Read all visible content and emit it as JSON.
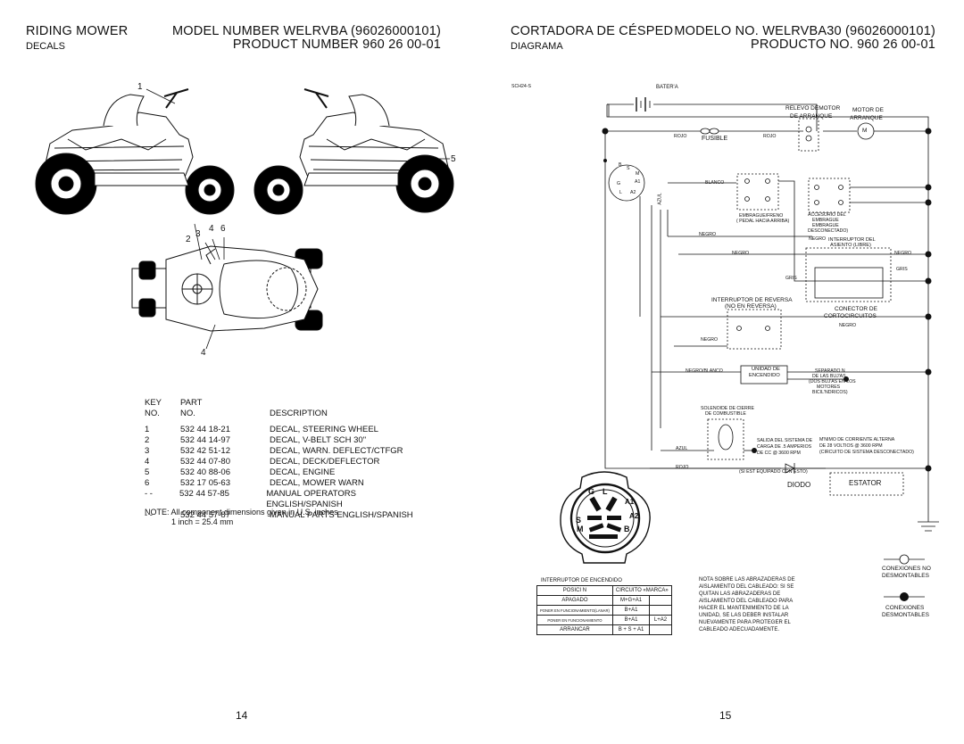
{
  "left": {
    "title": "RIDING MOWER",
    "subtitle": "DECALS",
    "model": "MODEL NUMBER WELRVBA (96026000101)",
    "product": "PRODUCT NUMBER 960 26 00-01",
    "callouts": [
      "1",
      "5",
      "2",
      "3",
      "4",
      "6",
      "4"
    ],
    "table": {
      "head1": [
        "KEY",
        "PART"
      ],
      "head2": [
        "NO.",
        "NO.",
        "DESCRIPTION"
      ],
      "rows": [
        {
          "key": "1",
          "part": "532 44 18-21",
          "desc": "DECAL, STEERING WHEEL"
        },
        {
          "key": "2",
          "part": "532 44 14-97",
          "desc": "DECAL, V-BELT SCH 30\""
        },
        {
          "key": "3",
          "part": "532 42 51-12",
          "desc": "DECAL, WARN. DEFLECT/CTFGR"
        },
        {
          "key": "4",
          "part": "532 44 07-80",
          "desc": "DECAL, DECK/DEFLECTOR"
        },
        {
          "key": "5",
          "part": "532 40 88-06",
          "desc": "DECAL, ENGINE"
        },
        {
          "key": "6",
          "part": "532 17 05-63",
          "desc": "DECAL, MOWER WARN"
        },
        {
          "key": "- -",
          "part": "532 44 57-85",
          "desc": "MANUAL OPERATORS ENGLISH/SPANISH"
        },
        {
          "key": "- -",
          "part": "532 44 57-87",
          "desc": "MANUAL PARTS ENGLISH/SPANISH"
        }
      ]
    },
    "note1": "NOTE: All component dimensions given in U.S. inches",
    "note2": "1 inch = 25.4 mm",
    "page": "14"
  },
  "right": {
    "title": "CORTADORA DE CÉSPED",
    "subtitle": "DIAGRAMA",
    "model": "MODELO NO. WELRVBA30 (96026000101)",
    "product": "PRODUCTO NO. 960 26 00-01",
    "page": "15",
    "schematic_id": "SCH24-S",
    "labels": {
      "bateria": "BATER'A",
      "relevo": "RELEVO DEMOTOR",
      "de_arranque": "DE ARRANQUE",
      "motor_de": "MOTOR DE",
      "arranque": "ARRANQUE",
      "fusible": "FUSIBLE",
      "rojo1": "ROJO",
      "rojo2": "ROJO",
      "blanco": "BLANCO",
      "azul_v": "AZUL",
      "embrague1": "EMBRAGUE/FRENO",
      "embrague2": "( PEDAL HACIA ARRIBA)",
      "accesorio1": "ACCESORIO DEL",
      "accesorio2": "EMBRAGUE",
      "accesorio3": "EMBRAGUE",
      "accesorio4": "DESCONECTADO)",
      "negro1": "NEGRO",
      "negro2": "NEGRO",
      "negro3": "NEGRO",
      "negro4": "NEGRO",
      "negro5": "NEGRO",
      "negro6": "NEGRO",
      "interruptor_del": "INTERRUPTOR DEL",
      "asiento": "ASIENTO (LIBRE)",
      "gris1": "GRIS",
      "gris2": "GRIS",
      "reversa1": "INTERRUPTOR DE REVERSA",
      "reversa2": "(NO EN REVERSA)",
      "conector1": "CONECTOR DE",
      "conector2": "CORTOCIRCUITOS",
      "negro_blanco": "NEGRO/BLANCO",
      "unidad1": "UNIDAD DE",
      "unidad2": "ENCENDIDO",
      "separado1": "SEPARADO N",
      "separado2": "DE LAS BUJ'AS",
      "separado3": "(DOS BUJ'AS EN LOS",
      "separado4": "MOTORES",
      "separado5": "BICIL'NDRICOS)",
      "solenoide1": "SOLENOIDE DE CIERRE",
      "solenoide2": "DE COMBUSTIBLE",
      "azul2": "AZUL",
      "rojo3": "ROJO",
      "salida1": "SALIDA DEL SISTEMA DE",
      "salida2": "CARGA DE .5 AMPERIOS",
      "salida3": "DE CC @ 3600 RPM",
      "salida4": "(SI EST EQUIPADO CON ESTO)",
      "minimo1": "M'NIMO DE CORRIENTE ALTERNA",
      "minimo2": "DE 28 VOLTIOS @ 3600 RPM",
      "minimo3": "(CIRCUITO DE SISTEMA DESCONECTADO)",
      "diodo": "DIODO",
      "estator": "ESTATOR",
      "switch_letters": {
        "g": "G",
        "l": "L",
        "a1": "A1",
        "s": "S",
        "a2": "A2",
        "m": "M",
        "b": "B"
      },
      "small_switch_letters": {
        "b": "B",
        "s": "S",
        "m": "M",
        "g": "G",
        "a1": "A1",
        "l": "L",
        "a2": "A2"
      },
      "conn_no1": "CONEXIONES NO",
      "conn_no2": "DESMONTABLES",
      "conn1": "CONEXIONES",
      "conn2": "DESMONTABLES"
    },
    "ignition": {
      "title": "INTERRUPTOR DE ENCENDIDO",
      "headers": [
        "POSICI N",
        "CIRCUITO  «MARCA»"
      ],
      "rows": [
        [
          "APAGADO",
          "M+G+A1",
          ""
        ],
        [
          "PONER EN FUNCIONAMIENTO(LANAR)",
          "B+A1",
          ""
        ],
        [
          "PONER EN FUNCIONAMIENTO",
          "B+A1",
          "L+A2"
        ],
        [
          "ARRANCAR",
          "B + S + A1",
          ""
        ]
      ]
    },
    "nota": [
      "NOTA SOBRE LAS ABRAZADERAS DE",
      "AISLAMIENTO DEL CABLEADO: SI SE",
      "QUITAN LAS ABRAZADERAS DE",
      "AISLAMIENTO DEL CABLEADO PARA",
      "HACER EL MANTENIMIENTO DE LA",
      "UNIDAD, SE LAS DEBER  INSTALAR",
      "NUEVAMENTE PARA PROTEGER EL",
      "CABLEADO ADECUADAMENTE."
    ]
  }
}
